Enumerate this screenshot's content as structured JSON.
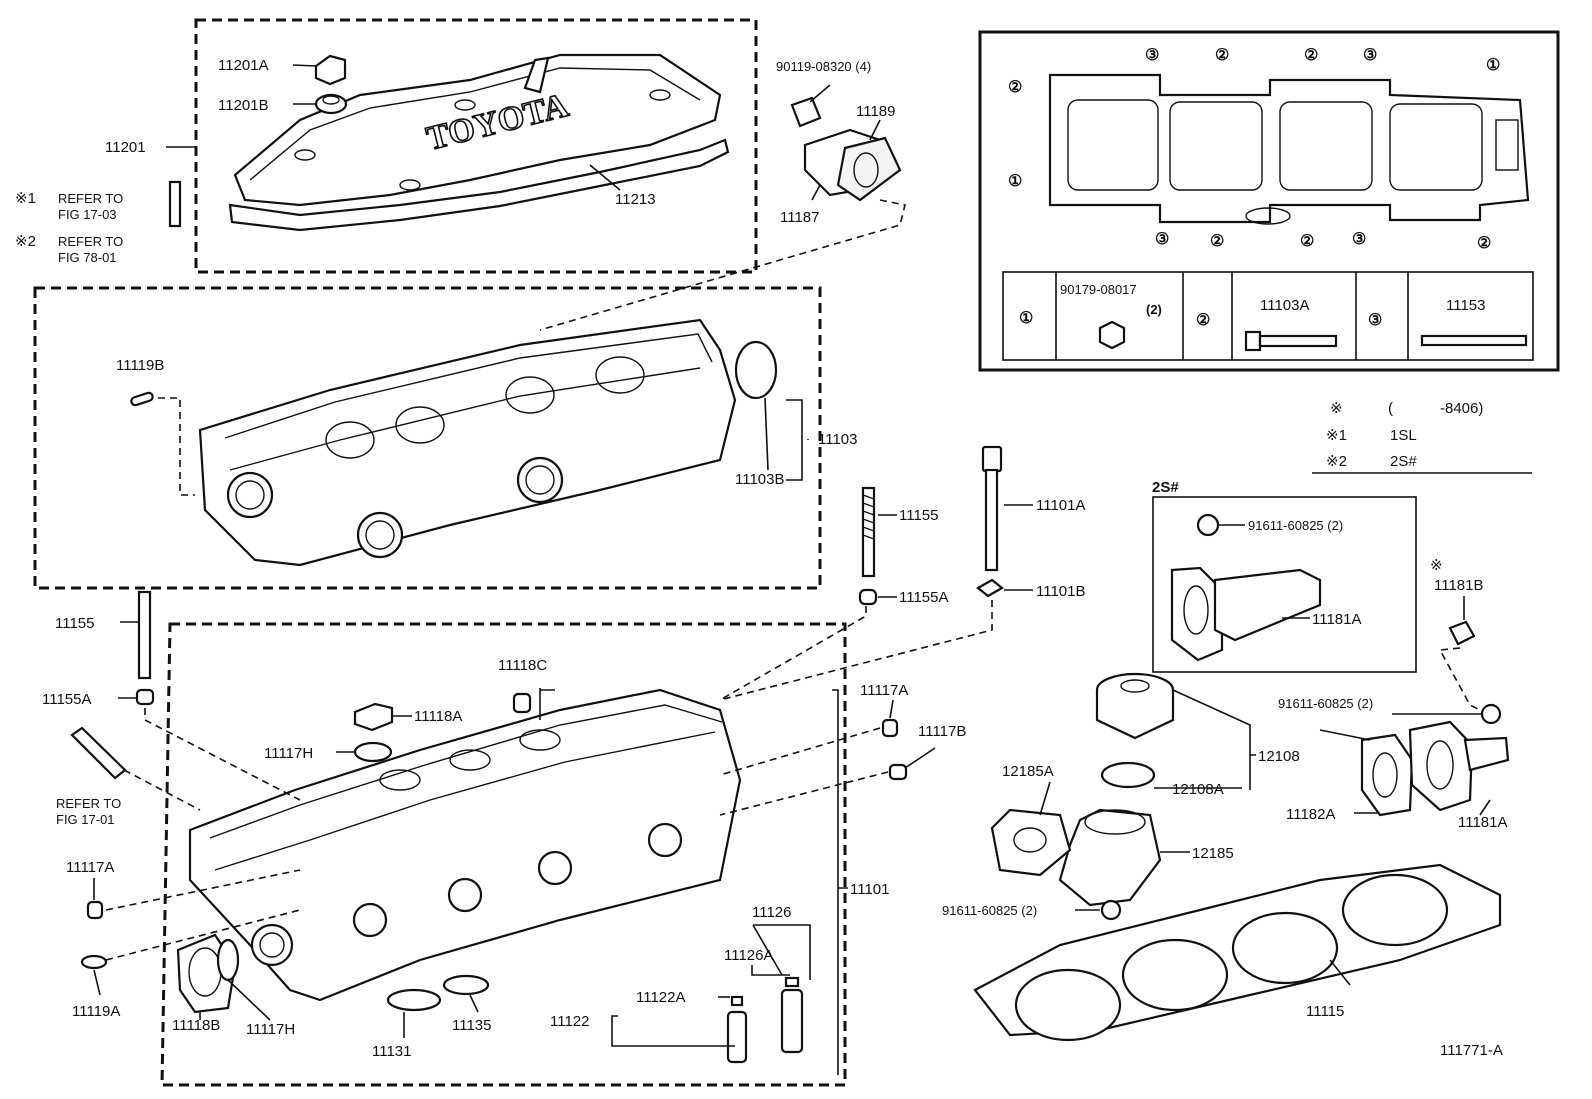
{
  "refs": {
    "r1_mark": "※1",
    "r1_text": "REFER TO",
    "r1_fig": "FIG 17-03",
    "r2_mark": "※2",
    "r2_text": "REFER TO",
    "r2_fig": "FIG 78-01",
    "r3_text": "REFER TO",
    "r3_fig": "FIG 17-01"
  },
  "labels": {
    "p11201A": "11201A",
    "p11201B": "11201B",
    "p11201": "11201",
    "p11213": "11213",
    "p90119": "90119-08320 (4)",
    "p11189": "11189",
    "p11187": "11187",
    "p11119B": "11119B",
    "p11103": "11103",
    "p11103B": "11103B",
    "p11155_top": "11155",
    "p11155A_top": "11155A",
    "p11101A": "11101A",
    "p11101B": "11101B",
    "p11155_left": "11155",
    "p11155A_left": "11155A",
    "p11118C": "11118C",
    "p11118A": "11118A",
    "p11117H_top": "11117H",
    "p11117A_right": "11117A",
    "p11117B": "11117B",
    "p11117A_left": "11117A",
    "p11119A": "11119A",
    "p11118B": "11118B",
    "p11117H_bot": "11117H",
    "p11131": "11131",
    "p11135": "11135",
    "p11101": "11101",
    "p11126": "11126",
    "p11126A": "11126A",
    "p11122A": "11122A",
    "p11122": "11122",
    "p2S": "2S#",
    "p91611_a": "91611-60825 (2)",
    "p11181A_box": "11181A",
    "p11181B_mark": "※",
    "p11181B": "11181B",
    "p91611_b": "91611-60825 (2)",
    "p11182A": "11182A",
    "p11181A": "11181A",
    "p12108": "12108",
    "p12108A": "12108A",
    "p12185A": "12185A",
    "p12185": "12185",
    "p91611_c": "91611-60825 (2)",
    "p11115": "11115",
    "diagram_id": "111771-A"
  },
  "inset": {
    "markers": {
      "one": "①",
      "two": "②",
      "three": "③"
    },
    "table": {
      "c1_num": "①",
      "c1_part": "90179-08017",
      "c1_qty": "(2)",
      "c2_num": "②",
      "c2_part": "11103A",
      "c3_num": "③",
      "c3_part": "11153"
    }
  },
  "legend": {
    "r0_mark": "※",
    "r0_open": "(",
    "r0_val": "-8406)",
    "r1_mark": "※1",
    "r1_val": "1SL",
    "r2_mark": "※2",
    "r2_val": "2S#"
  }
}
